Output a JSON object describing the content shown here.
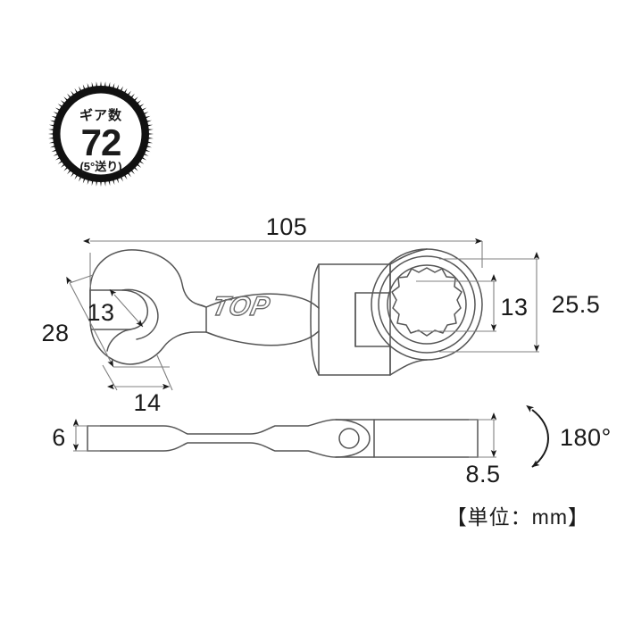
{
  "document": {
    "type": "product-dimension-drawing",
    "unit_note": "【単位：mm】",
    "background_color": "#ffffff",
    "line_color": "#555555",
    "dimension_line_color": "#808080",
    "text_color": "#1a1a1a"
  },
  "badge": {
    "name": "gear-count-badge",
    "top_label": "ギア数",
    "value": "72",
    "sub_label": "(5°送り)",
    "shape": "gear-toothed-circle",
    "teeth": 72,
    "fill": "#111111",
    "inner_fill": "#ffffff"
  },
  "views": {
    "top_view": {
      "name": "wrench-top-view",
      "brand_logo": "TOP",
      "features": [
        "open-end-jaw",
        "shaft",
        "flex-pivot-yoke",
        "ratchet-ring-head",
        "12-point-socket"
      ]
    },
    "side_view": {
      "name": "wrench-side-view",
      "features": [
        "thin-profile",
        "pivot-hole",
        "ring-head-boss"
      ]
    }
  },
  "dimensions": {
    "overall_length": {
      "label": "105",
      "orientation": "horizontal",
      "view": "top"
    },
    "jaw_head_width": {
      "label": "28",
      "orientation": "diagonal",
      "view": "top"
    },
    "jaw_opening": {
      "label": "13",
      "orientation": "diagonal",
      "view": "top"
    },
    "jaw_depth": {
      "label": "14",
      "orientation": "diagonal",
      "view": "top"
    },
    "socket_size": {
      "label": "13",
      "orientation": "vertical",
      "view": "top"
    },
    "ring_head_width": {
      "label": "25.5",
      "orientation": "vertical",
      "view": "top"
    },
    "handle_thickness": {
      "label": "6",
      "orientation": "vertical",
      "view": "side"
    },
    "head_thickness": {
      "label": "8.5",
      "orientation": "vertical",
      "view": "side"
    },
    "flex_angle": {
      "label": "180°",
      "orientation": "arc",
      "view": "side"
    }
  }
}
